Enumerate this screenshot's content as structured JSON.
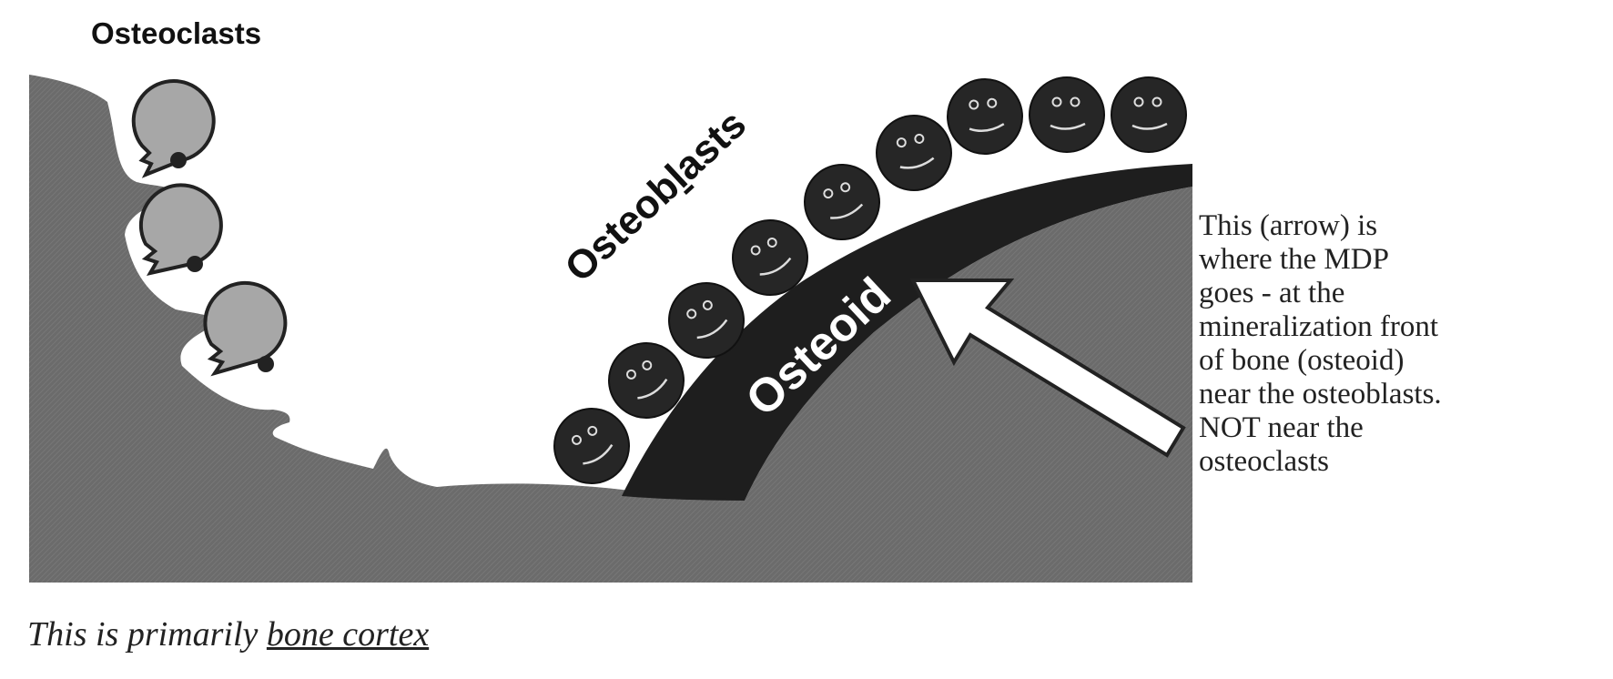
{
  "labels": {
    "osteoclasts": "Osteoclasts",
    "osteoblasts_pre": "Osteob",
    "osteoblasts_l": "l",
    "osteoblasts_post": "asts",
    "osteoid": "Osteoid"
  },
  "note": {
    "lines": [
      "This (arrow) is",
      "where the MDP",
      "goes - at the",
      "mineralization front",
      "of bone (osteoid)",
      "near the osteoblasts.",
      "NOT near the",
      "osteoclasts"
    ]
  },
  "caption": {
    "prefix": "This is primarily ",
    "underlined": "bone cortex"
  },
  "colors": {
    "bone": "#6e6e6e",
    "osteoid": "#1e1e1e",
    "osteoclast_fill": "#a7a7a7",
    "osteoblast_fill": "#262626",
    "arrow_fill": "#ffffff"
  }
}
